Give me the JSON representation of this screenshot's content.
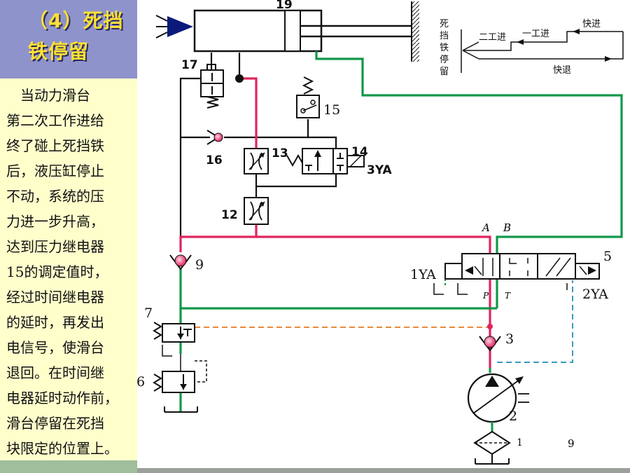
{
  "title": {
    "line1": "（4）死挡",
    "line2": "铁停留"
  },
  "description": [
    "　当动力滑台",
    "第二次工作进给",
    "终了碰上死挡铁",
    "后，液压缸停止",
    "不动，系统的压",
    "力进一步升高，",
    "达到压力继电器",
    "15的调定值时，",
    "经过时间继电器",
    "的延时，再发出",
    "电信号，使滑台",
    "退回。在时间继",
    "电器延时动作前，",
    "滑台停留在死挡",
    "块限定的位置上。"
  ],
  "components": {
    "c19": "19",
    "c17": "17",
    "c15": "15",
    "c16": "16",
    "c13": "13",
    "c14": "14",
    "c3ya": "3YA",
    "c12": "12",
    "c9": "9",
    "c7": "7",
    "c6": "6",
    "c5": "5",
    "c1ya": "1YA",
    "c2ya": "2YA",
    "c3": "3",
    "c2": "2",
    "c1": "1"
  },
  "ports": {
    "a": "A",
    "b": "B",
    "p": "P",
    "t": "T"
  },
  "legend": {
    "vertical": "死挡铁停留",
    "er_gong_jin": "二工进",
    "yi_gong_jin": "一工进",
    "kuai_jin": "快进",
    "kuai_tui": "快退"
  },
  "page_number": "9",
  "colors": {
    "pressure_line": "#e0245e",
    "return_line": "#12984a",
    "pilot_orange": "#e98a3a",
    "pilot_blue": "#3a9bbd",
    "title_bg": "#8f93cc",
    "title_text": "#ffe033",
    "text_bg": "#ffffcc"
  }
}
